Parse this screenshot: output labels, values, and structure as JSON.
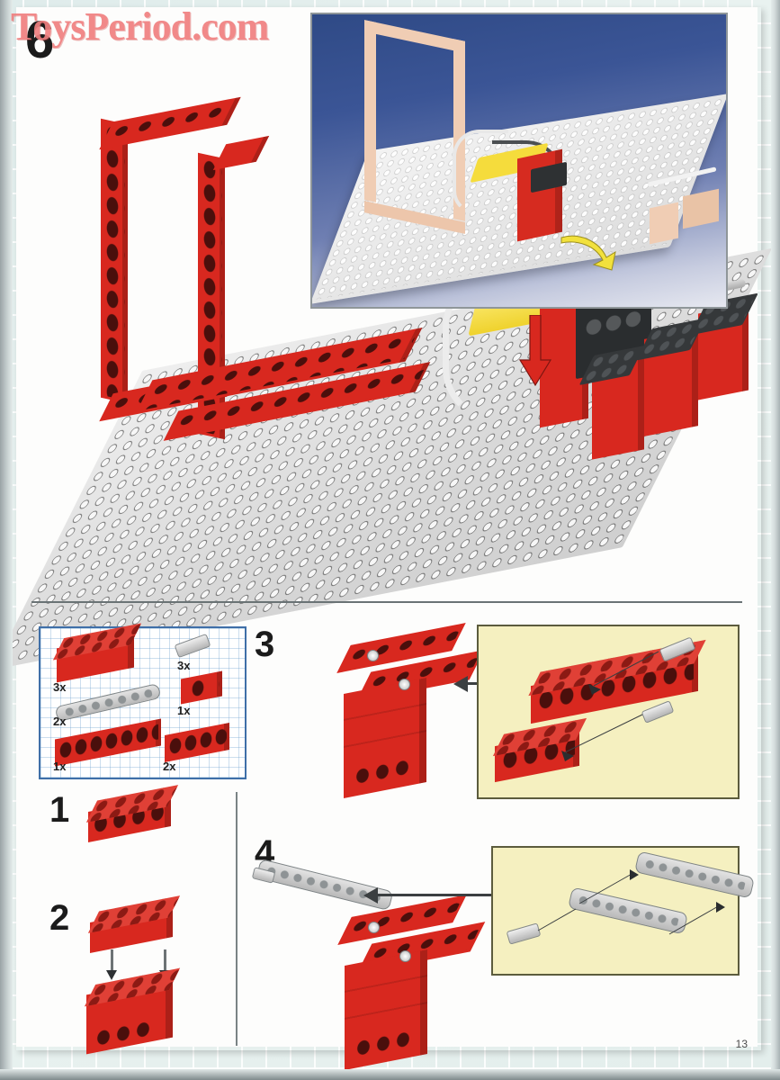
{
  "page": {
    "watermark": "ToysPeriod.com",
    "page_number": "13",
    "background_color": "#e8f0ef",
    "paper_color": "#fdfdfc",
    "watermark_color": "#f08080"
  },
  "main_step": {
    "number": "6",
    "description": "Main assembly view of LEGO pneumatic model on white baseplate with red technic frame"
  },
  "inset_photo": {
    "description": "Photograph of completed pneumatic model on white baseplate with tan technic frame",
    "background": "blue gradient",
    "arrow": "yellow-curved-arrow",
    "arrow_color": "#f2e13c"
  },
  "transition_arrow": {
    "direction": "down",
    "color": "#d8281f"
  },
  "parts_inventory": {
    "border_color": "#3f6fa8",
    "items": [
      {
        "qty": "3x",
        "part": "red-brick-2x4",
        "color": "#d8281f"
      },
      {
        "qty": "2x",
        "part": "grey-technic-beam-1x9",
        "color": "#cfcfcf"
      },
      {
        "qty": "1x",
        "part": "red-technic-brick-1x8",
        "color": "#d8281f"
      },
      {
        "qty": "3x",
        "part": "grey-pneumatic-connector-pin",
        "color": "#c9c9c9"
      },
      {
        "qty": "1x",
        "part": "red-technic-brick-1x2",
        "color": "#d8281f"
      },
      {
        "qty": "2x",
        "part": "red-technic-brick-1x4",
        "color": "#d8281f"
      }
    ]
  },
  "substeps": [
    {
      "number": "1",
      "description": "Red technic brick 1x4 with holes"
    },
    {
      "number": "2",
      "description": "Red 2x4 brick attached on top of red brick stack, two down arrows"
    },
    {
      "number": "3",
      "description": "T-shaped red assembly with long technic brick across the top"
    },
    {
      "number": "4",
      "description": "Grey technic beam attached to the top-left of red T-assembly"
    }
  ],
  "callouts": [
    {
      "for_step": "3",
      "background": "#f5f0c0",
      "border": "#5c5c3d",
      "description": "Long red technic brick 1x8 and short red technic brick 1x4 with grey connector pins inserted"
    },
    {
      "for_step": "4",
      "background": "#f5f0c0",
      "border": "#5c5c3d",
      "description": "Two grey technic beams joined with a grey connector pin"
    }
  ]
}
